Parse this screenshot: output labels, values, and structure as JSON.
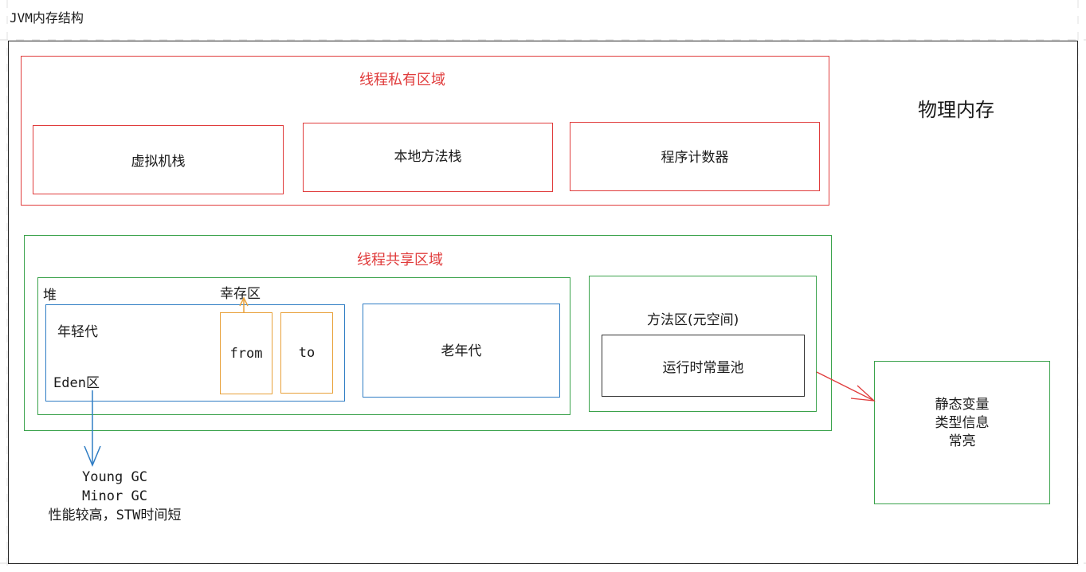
{
  "title": "JVM内存结构",
  "physical_memory": "物理内存",
  "private_area": {
    "title": "线程私有区域",
    "items": [
      "虚拟机栈",
      "本地方法栈",
      "程序计数器"
    ]
  },
  "shared_area": {
    "title": "线程共享区域",
    "heap": {
      "label": "堆",
      "survivor_label": "幸存区",
      "young": {
        "label": "年轻代",
        "eden": "Eden区",
        "from": "from",
        "to": "to"
      },
      "old": "老年代"
    },
    "method_area": {
      "label": "方法区(元空间)",
      "runtime_pool": "运行时常量池"
    }
  },
  "method_area_contents": {
    "line1": "静态变量",
    "line2": "类型信息",
    "line3": "常亮"
  },
  "young_gc_note": {
    "line1": "Young GC",
    "line2": "Minor GC",
    "line3": "性能较高，STW时间短"
  },
  "colors": {
    "private_border": "#e03c3c",
    "shared_border": "#3aa24b",
    "young_border": "#2f7dc4",
    "survivor_border": "#e8a13a",
    "arrow_blue": "#2f7dc4",
    "arrow_red": "#e03c3c"
  }
}
